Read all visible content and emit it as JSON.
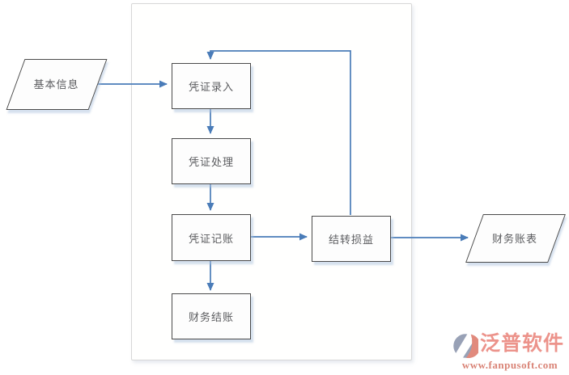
{
  "diagram": {
    "type": "flowchart",
    "nodes": {
      "basic_info": {
        "label": "基本信息",
        "shape": "parallelogram"
      },
      "voucher_entry": {
        "label": "凭证录入",
        "shape": "process"
      },
      "voucher_processing": {
        "label": "凭证处理",
        "shape": "process"
      },
      "voucher_posting": {
        "label": "凭证记账",
        "shape": "process"
      },
      "financial_closing": {
        "label": "财务结账",
        "shape": "process"
      },
      "carry_forward_pl": {
        "label": "结转损益",
        "shape": "process"
      },
      "financial_statements": {
        "label": "财务账表",
        "shape": "parallelogram"
      }
    },
    "edges": [
      {
        "from": "basic_info",
        "to": "voucher_entry",
        "type": "arrow"
      },
      {
        "from": "voucher_entry",
        "to": "voucher_processing",
        "type": "arrow"
      },
      {
        "from": "voucher_processing",
        "to": "voucher_posting",
        "type": "arrow"
      },
      {
        "from": "voucher_posting",
        "to": "carry_forward_pl",
        "type": "arrow"
      },
      {
        "from": "voucher_posting",
        "to": "financial_closing",
        "type": "arrow"
      },
      {
        "from": "carry_forward_pl",
        "to": "financial_statements",
        "type": "arrow"
      },
      {
        "from": "carry_forward_pl",
        "to": "voucher_entry",
        "type": "feedback-arrow"
      }
    ]
  },
  "watermark": {
    "brand": "泛普软件",
    "url": "www.fanpusoft.com"
  },
  "colors": {
    "arrow": "#4a7cb8",
    "node_border": "#4a4a4a",
    "node_shadow": "#c9d7e8",
    "frame_border": "#d7d7d7",
    "watermark_brand": "#ec938b",
    "watermark_url": "#d98376",
    "logo_gray": "#98a1b6",
    "logo_salmon": "#e18a7d"
  }
}
